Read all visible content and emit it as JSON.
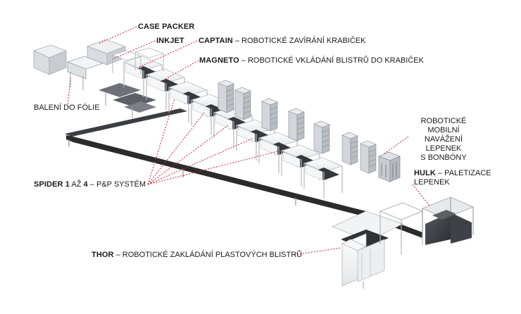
{
  "labels": {
    "case_packer": "CASE PACKER",
    "inkjet": "INKJET",
    "captain": {
      "name": "CAPTAIN",
      "desc": " – ROBOTICKÉ ZAVÍRÁNÍ KRABIČEK"
    },
    "magneto": {
      "name": "MAGNETO",
      "desc": " – ROBOTICKÉ VKLÁDÁNÍ BLISTRŮ DO KRABIČEK"
    },
    "baleni": "BALENÍ DO FÓLIE",
    "mobile": {
      "line1": "ROBOTICKÉ MOBILNÍ",
      "line2": "NAVÁŽENÍ LEPENEK",
      "line3": "S BONBÓNY"
    },
    "spider": {
      "name1": "SPIDER 1",
      "mid": " AŽ ",
      "name2": "4",
      "desc": " – P&P SYSTÉM"
    },
    "hulk": {
      "name": "HULK",
      "desc": " – PALETIZACE",
      "line2": "LEPENEK"
    },
    "thor": {
      "name": "THOR",
      "desc": " – ROBOTICKÉ ZAKLÁDÁNÍ PLASTOVÝCH BLISTRŮ"
    }
  },
  "colors": {
    "leader": "#d0232a",
    "frame": "#cfd2d6",
    "conveyor": "#2b2b2b",
    "machine": "#7c8086"
  }
}
